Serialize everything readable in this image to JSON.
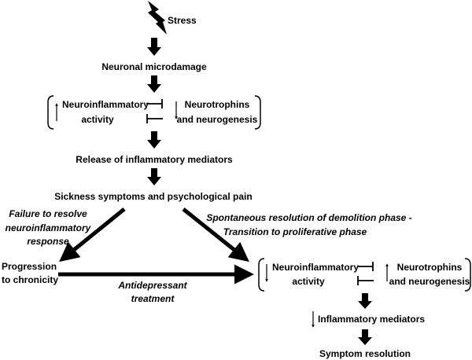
{
  "nodes": {
    "stress": "Stress",
    "neuronal_microdamage": "Neuronal microdamage",
    "top_inflammation": {
      "label_line1": "Neuroinflammatory",
      "label_line2": "activity"
    },
    "top_neurotrophins": {
      "label_line1": "Neurotrophins",
      "label_line2": "and neurogenesis"
    },
    "release_mediators": "Release of inflammatory mediators",
    "sickness_symptoms": "Sickness symptoms and psychological pain",
    "progression": {
      "line1": "Progression",
      "line2": "to chronicity"
    },
    "right_inflammation": {
      "label_line1": "Neuroinflammatory",
      "label_line2": "activity"
    },
    "right_neurotrophins": {
      "label_line1": "Neurotrophins",
      "label_line2": "and neurogenesis"
    },
    "inflammatory_mediators": "Inflammatory mediators",
    "symptom_resolution": "Symptom resolution"
  },
  "edges": {
    "failure": {
      "line1": "Failure to resolve",
      "line2": "neuroinflammatory",
      "line3": "response"
    },
    "spontaneous": {
      "line1": "Spontaneous resolution of demolition phase -",
      "line2": "Transition to proliferative phase"
    },
    "antidepressant": {
      "line1": "Antidepressant",
      "line2": "treatment"
    }
  },
  "icons": {
    "lightning": "lightning-bolt-icon",
    "arrow": "thick-down-arrow-icon",
    "up": "up-arrow-icon",
    "down": "down-arrow-icon",
    "inhibit": "inhibition-bar-icon",
    "bracket": "bracket-icon"
  },
  "colors": {
    "ink": "#000000",
    "background": "#ffffff"
  }
}
